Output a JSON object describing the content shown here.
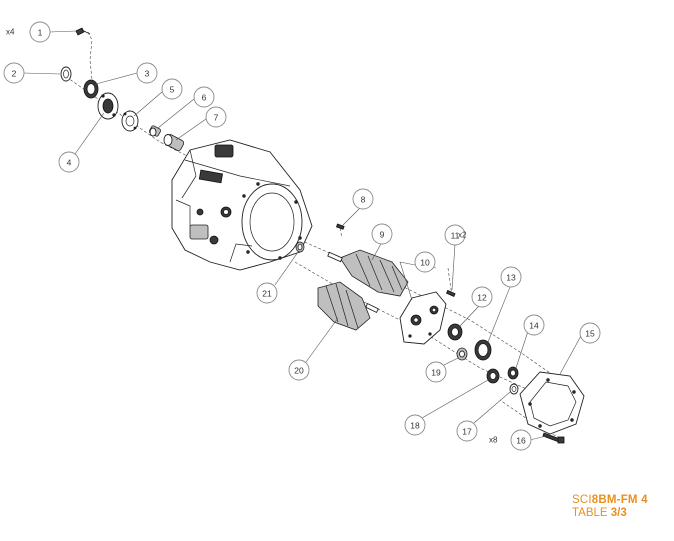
{
  "callouts": [
    {
      "id": "1",
      "qty": "x4"
    },
    {
      "id": "2"
    },
    {
      "id": "3"
    },
    {
      "id": "4"
    },
    {
      "id": "5"
    },
    {
      "id": "6"
    },
    {
      "id": "7"
    },
    {
      "id": "8"
    },
    {
      "id": "9"
    },
    {
      "id": "10"
    },
    {
      "id": "11",
      "qty": "x2"
    },
    {
      "id": "12"
    },
    {
      "id": "13"
    },
    {
      "id": "14"
    },
    {
      "id": "15"
    },
    {
      "id": "16",
      "qty": "x8"
    },
    {
      "id": "17"
    },
    {
      "id": "18"
    },
    {
      "id": "19"
    },
    {
      "id": "20"
    },
    {
      "id": "21"
    }
  ],
  "title_block": {
    "code_prefix": "SCI",
    "code_strong": "8BM-FM 4",
    "table_label": "TABLE",
    "table_value": "3/3"
  },
  "colors": {
    "accent": "#e8901e",
    "line": "#222222",
    "callout_stroke": "#8a8a8a"
  }
}
